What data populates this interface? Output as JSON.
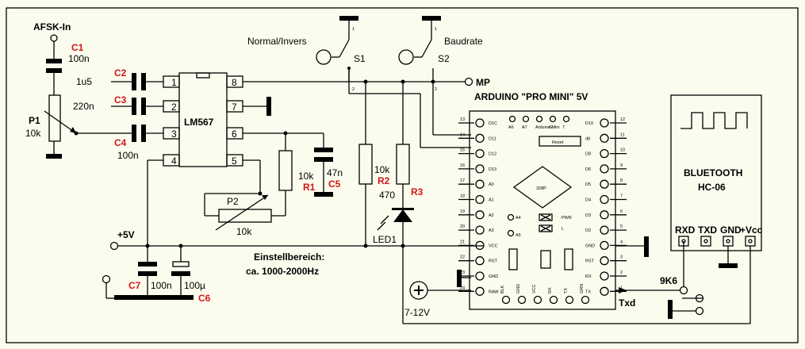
{
  "labels": {
    "afsk_in": "AFSK-In",
    "normal_invers": "Normal/Invers",
    "baudrate": "Baudrate",
    "s1": "S1",
    "s2": "S2",
    "mp": "MP",
    "arduino_title": "ARDUINO \"PRO MINI\" 5V",
    "bluetooth": "BLUETOOTH",
    "hc06": "HC-06",
    "plus5v": "+5V",
    "einstell1": "Einstellbereich:",
    "einstell2": "ca. 1000-2000Hz",
    "v712": "7-12V",
    "txd": "Txd",
    "r9k6": "9K6",
    "led1": "LED1",
    "lm567": "LM567",
    "p1": "P1",
    "p1_val": "10k",
    "p2": "P2",
    "p2_val": "10k",
    "sw_pin1": "1",
    "sw_pin2": "2",
    "reset": "Reset",
    "chip": "328P",
    "pwr": "PWR",
    "led_l": "L"
  },
  "components": {
    "c1": {
      "name": "C1",
      "value": "100n"
    },
    "c2": {
      "name": "C2",
      "value": "1u5"
    },
    "c3": {
      "name": "C3",
      "value": "220n"
    },
    "c4": {
      "name": "C4",
      "value": "100n"
    },
    "c5": {
      "name": "C5",
      "value": "47n"
    },
    "c6": {
      "name": "C6",
      "value": "100µ"
    },
    "c7": {
      "name": "C7",
      "value": "100n"
    },
    "r1": {
      "name": "R1",
      "value": "10k"
    },
    "r2": {
      "name": "R2",
      "value": "10k"
    },
    "r3": {
      "name": "R3",
      "value": "470"
    }
  },
  "lm567_pins": [
    "1",
    "2",
    "3",
    "4",
    "5",
    "6",
    "7",
    "8"
  ],
  "bt_pins": [
    "RXD",
    "TXD",
    "GND",
    "+Vcc"
  ],
  "arduino": {
    "left_pins": [
      "13",
      "14",
      "15",
      "16",
      "17",
      "18",
      "19",
      "20",
      "21",
      "22",
      "23",
      "24"
    ],
    "left_labels": [
      "D1C",
      "D11",
      "D12",
      "D13",
      "A0",
      "A1",
      "A2",
      "A3",
      "VCC",
      "RST",
      "GND",
      "RAW"
    ],
    "right_pins": [
      "12",
      "11",
      "10",
      "9",
      "8",
      "7",
      "6",
      "5",
      "4",
      "3",
      "2",
      "1"
    ],
    "right_labels": [
      "D10",
      "d8",
      "D8",
      "D6",
      "D5",
      "D4",
      "D3",
      "D2",
      "GND",
      "RST",
      "RX",
      "TX"
    ],
    "top_labels": [
      "A6",
      "A7",
      "Arduino Mini",
      "G",
      "7"
    ],
    "mid_labels": [
      "A4",
      "A5"
    ],
    "bottom_labels": [
      "BLK",
      "GND",
      "VCC",
      "RX",
      "TX",
      "GRN"
    ]
  }
}
